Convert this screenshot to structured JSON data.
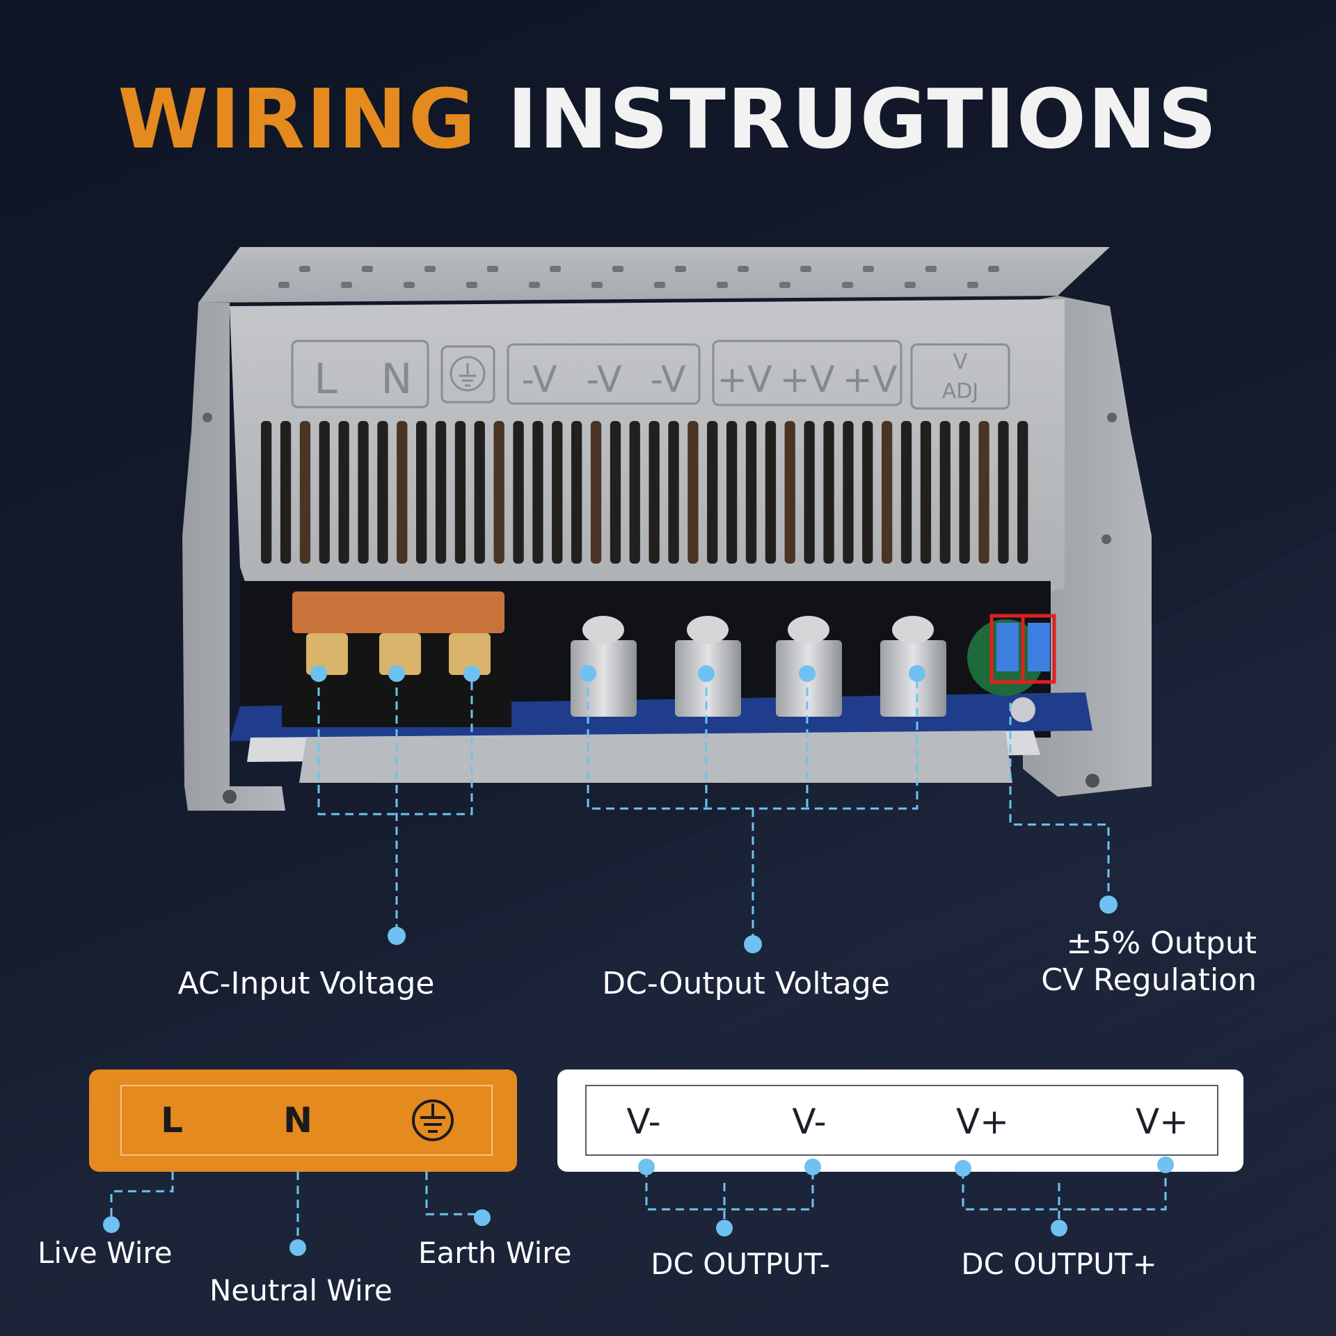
{
  "title": {
    "word1": "WIRING",
    "word2": "INSTRUGTIONS"
  },
  "psu_markings": {
    "ac_group": [
      "L",
      "N"
    ],
    "neg_group": [
      "-V",
      "-V",
      "-V"
    ],
    "pos_group": [
      "+V",
      "+V",
      "+V"
    ],
    "adj": [
      "V",
      "ADJ"
    ]
  },
  "callouts": {
    "ac_input": "AC-Input Voltage",
    "dc_output": "DC-Output Voltage",
    "regulation_line1": "±5% Output",
    "regulation_line2": "CV Regulation"
  },
  "ac_terminal": {
    "labels": [
      "L",
      "N"
    ],
    "earth_icon": "earth-ground-icon",
    "wires": [
      "Live Wire",
      "Neutral Wire",
      "Earth Wire"
    ]
  },
  "dc_terminal": {
    "labels": [
      "V-",
      "V-",
      "V+",
      "V+"
    ],
    "outputs": [
      "DC OUTPUT-",
      "DC OUTPUT+"
    ]
  },
  "colors": {
    "accent_orange": "#e58a1f",
    "callout_blue": "#6ec1f0",
    "adjust_box_red": "#e02020"
  }
}
